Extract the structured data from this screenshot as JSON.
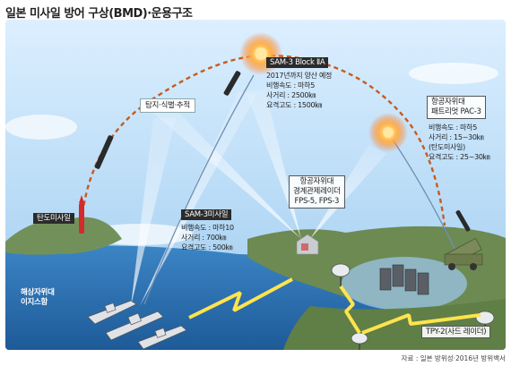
{
  "title": "일본 미사일 방어 구상(BMD)·운용구조",
  "labels": {
    "ballistic_missile": "탄도미사일",
    "detect_track": "탐지·식별·추적",
    "sam3_block2a": {
      "name": "SAM-3 Block ⅡA",
      "lines": [
        "2017년까지 양산 예정",
        "비행속도 : 마하5",
        "사거리 : 2500㎞",
        "요격고도 : 1500㎞"
      ]
    },
    "patriot": {
      "name_lines": [
        "항공자위대",
        "패트리엇 PAC-3"
      ],
      "lines": [
        "비행속도 : 마하5",
        "사거리 : 15~30㎞",
        "(탄도미사일)",
        "요격고도 : 25~30㎞"
      ]
    },
    "radar": {
      "name_lines": [
        "항공자위대",
        "경계관제레이더",
        "FPS-5, FPS-3"
      ]
    },
    "sam3": {
      "name": "SAM-3미사일",
      "lines": [
        "비행속도 : 마하10",
        "사거리 : 700㎞",
        "요격고도 : 500㎞"
      ]
    },
    "aegis": {
      "name_lines": [
        "해상자위대",
        "이지스함"
      ]
    },
    "tpy2": "TPY-2(사드 레이더)"
  },
  "source": "자료 : 일본 방위성·2016년 방위백서",
  "colors": {
    "sky_top": "#dcefff",
    "sky_bottom": "#98c8ee",
    "sea": "#2f73b4",
    "land": "#6f8a55",
    "trajectory": "#c85a1e",
    "explosion": "#ff9a3c",
    "beam": "#ffffff",
    "link": "#ffe44d"
  }
}
